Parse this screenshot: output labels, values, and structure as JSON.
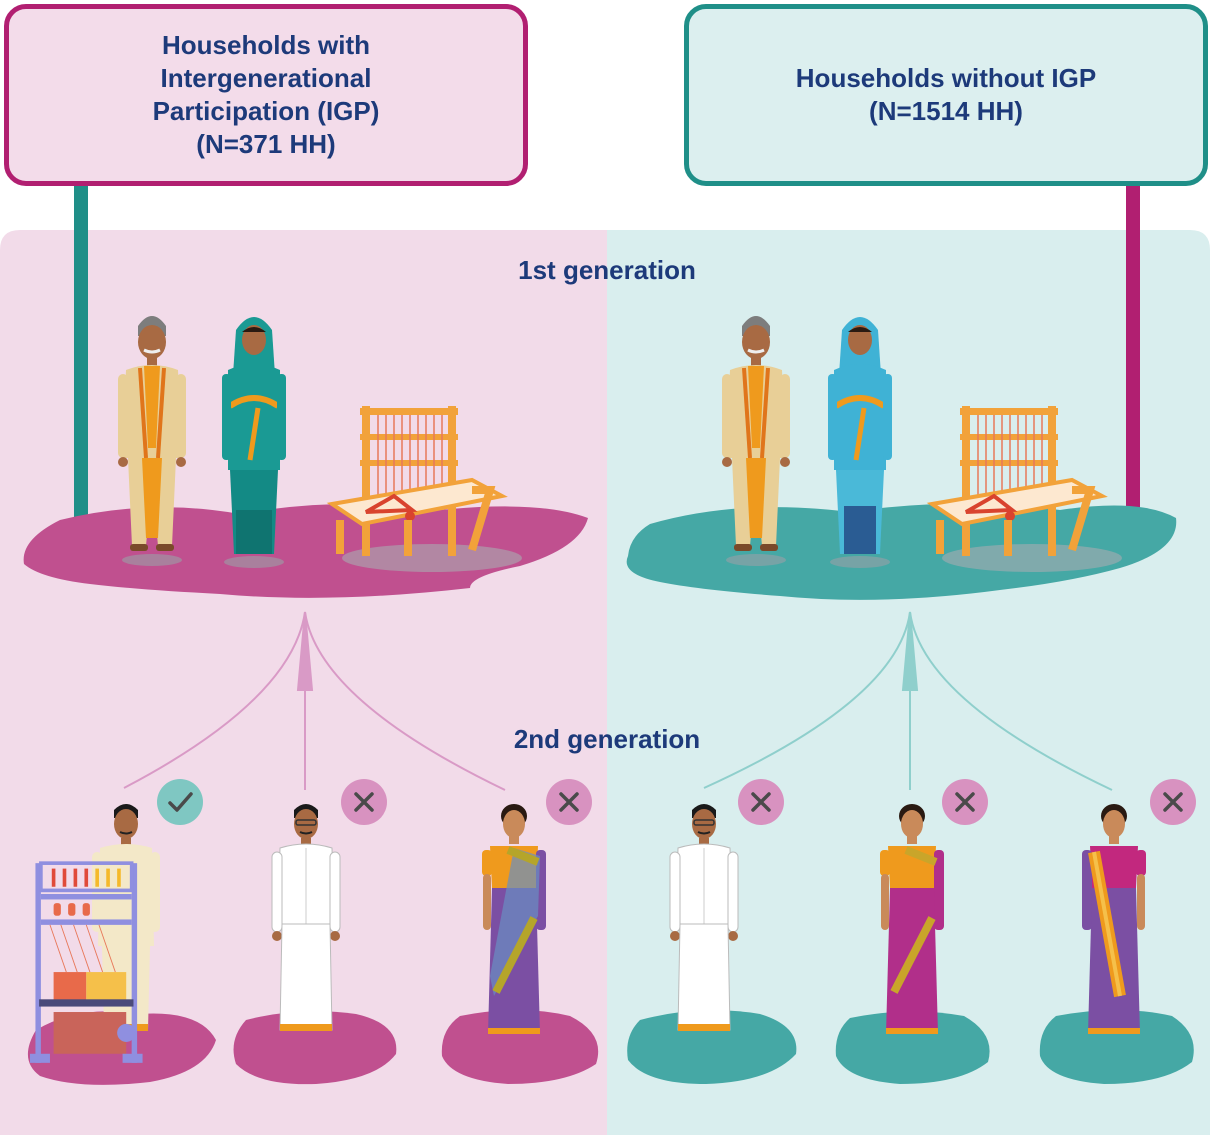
{
  "boxes": {
    "igp": {
      "lines": [
        "Households with",
        "Intergenerational",
        "Participation (IGP)",
        "(N=371 HH)"
      ],
      "border_color": "#b11f71",
      "fill_color": "#f3dcea"
    },
    "no_igp": {
      "lines": [
        "Households without IGP",
        "(N=1514 HH)"
      ],
      "border_color": "#1f8f88",
      "fill_color": "#dcefef"
    }
  },
  "generations": {
    "first": "1st generation",
    "second": "2nd generation"
  },
  "panels": {
    "left": {
      "first_generation": [
        "man",
        "woman",
        "handloom"
      ],
      "second_generation": [
        {
          "figure": "man-weaving",
          "status": "check"
        },
        {
          "figure": "man-white-dhoti",
          "status": "cross"
        },
        {
          "figure": "woman-saree",
          "status": "cross"
        }
      ]
    },
    "right": {
      "first_generation": [
        "man",
        "woman",
        "handloom"
      ],
      "second_generation": [
        {
          "figure": "man-white-dhoti",
          "status": "cross"
        },
        {
          "figure": "woman-saree",
          "status": "cross"
        },
        {
          "figure": "woman-saree",
          "status": "cross"
        }
      ]
    }
  },
  "colors": {
    "navy_text": "#1d3a7a",
    "magenta": "#b11f71",
    "teal": "#1f8f88",
    "pink_bg": "#f2dbe9",
    "teal_bg": "#d9eeee",
    "pink_ground": "#c0508f",
    "teal_ground": "#45a8a5",
    "check_badge": "#7fc7c2",
    "cross_badge": "#d892c0"
  },
  "icons": [
    "check-icon",
    "cross-icon",
    "handloom-icon",
    "person-figure"
  ]
}
